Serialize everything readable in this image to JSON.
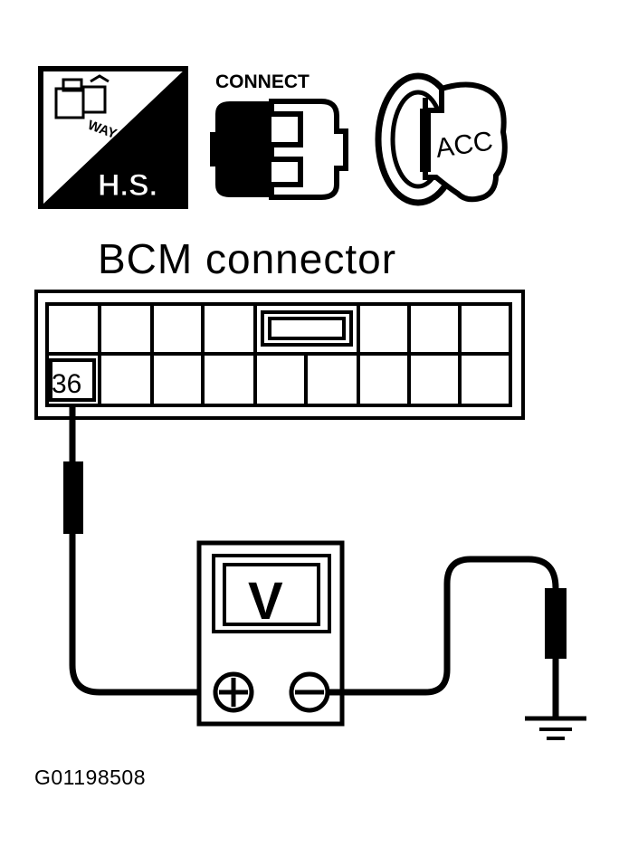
{
  "icons": {
    "harness_label": "H.S.",
    "way_label": "WAY",
    "connect_label": "CONNECT",
    "key_label": "ACC"
  },
  "connector": {
    "title": "BCM connector",
    "terminal": "36"
  },
  "meter": {
    "label": "V"
  },
  "figure_id": "G01198508"
}
